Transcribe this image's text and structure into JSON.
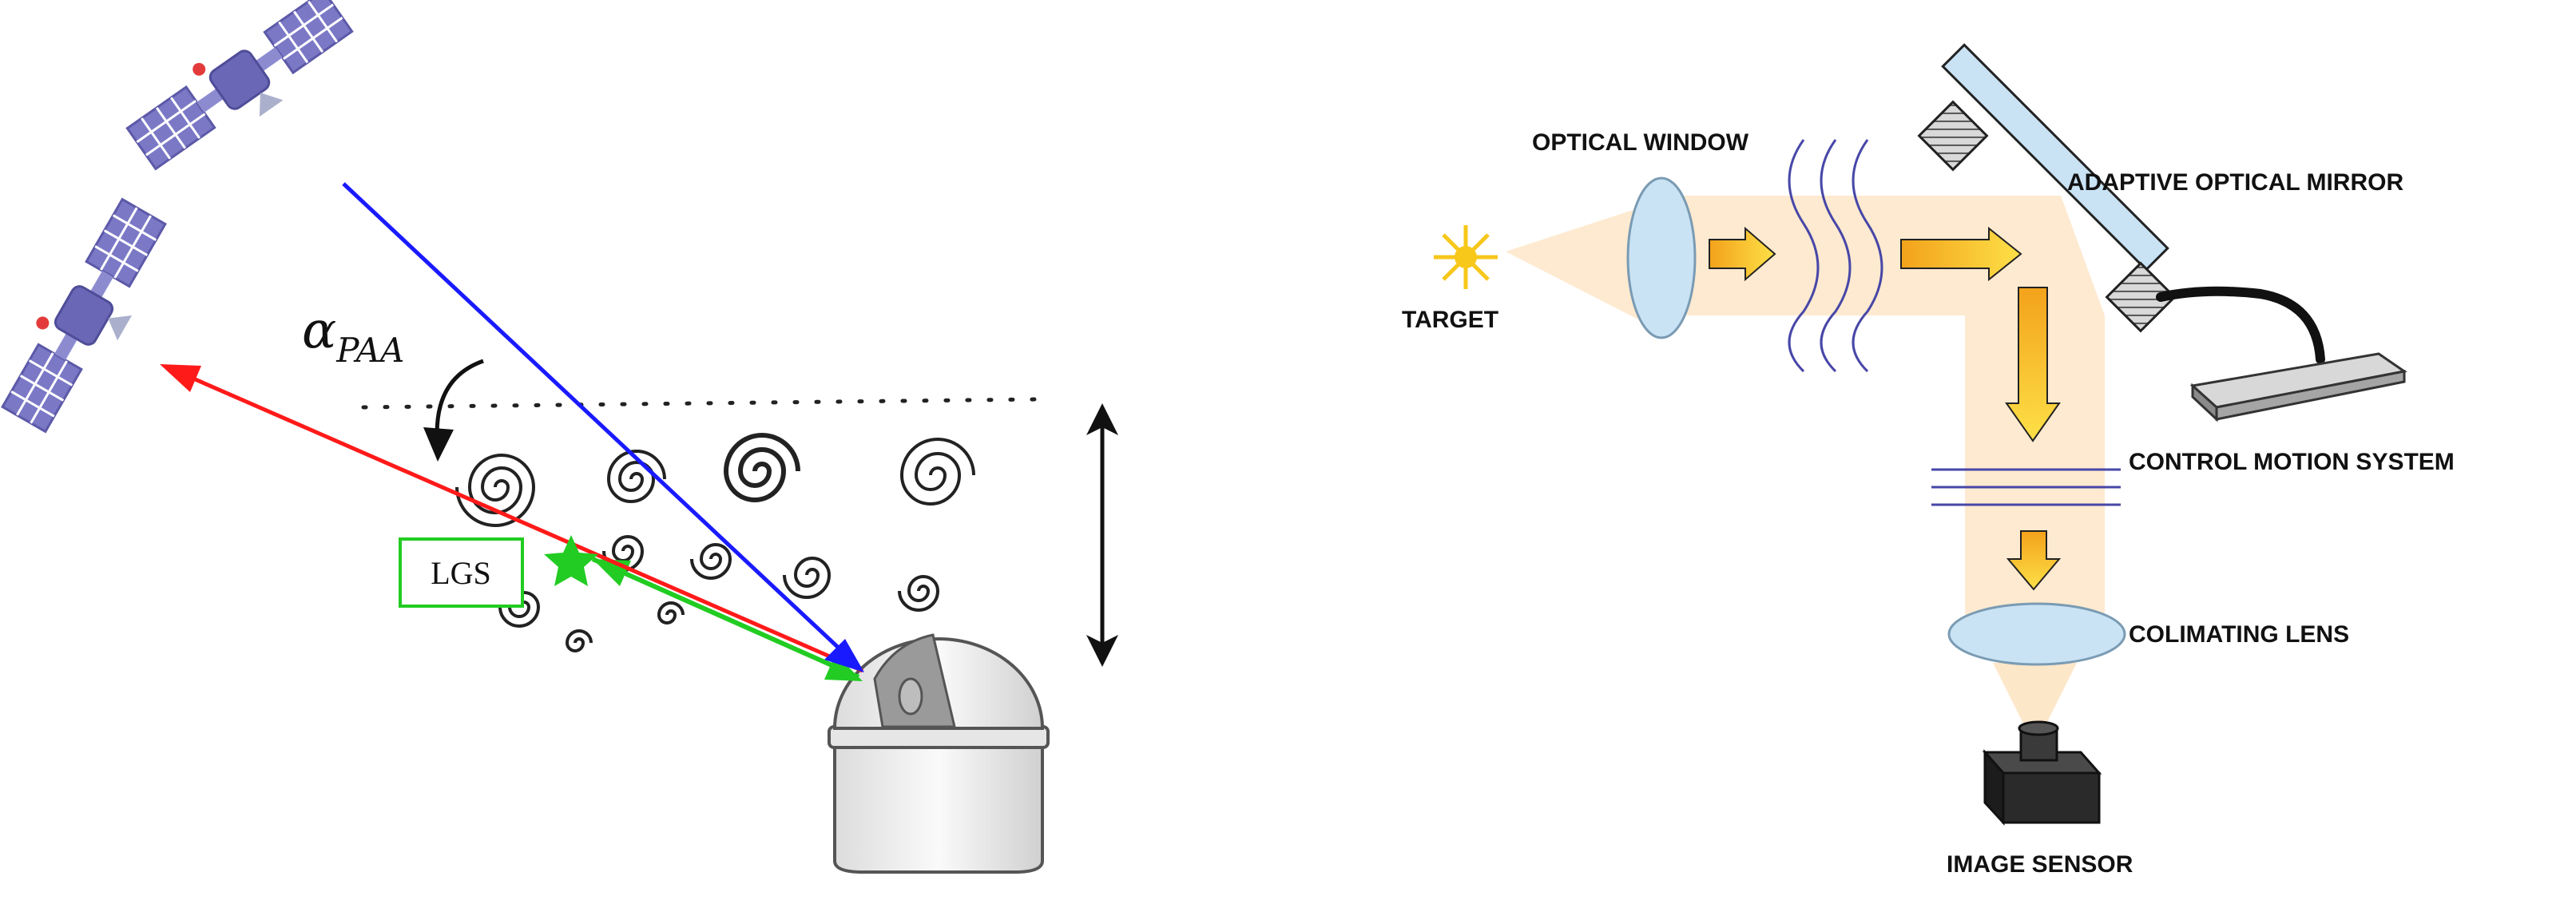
{
  "left_panel": {
    "angle_symbol": "α",
    "angle_subscript": "PAA",
    "lgs_label": "LGS"
  },
  "right_panel": {
    "labels": {
      "optical_window": "OPTICAL WINDOW",
      "target": "TARGET",
      "adaptive_mirror": "ADAPTIVE OPTICAL MIRROR",
      "control_motion": "CONTROL MOTION SYSTEM",
      "colimating_lens": "COLIMATING LENS",
      "image_sensor": "IMAGE SENSOR"
    }
  },
  "colors": {
    "downlink_beam": "#1a1aff",
    "uplink_beam": "#ff1a1a",
    "lgs_beam": "#22cc22",
    "satellite_panel": "#7b78c6",
    "light_path": "#fde3c0",
    "arrow_fill": "#f5b81c",
    "lens": "#c9e3f5"
  }
}
